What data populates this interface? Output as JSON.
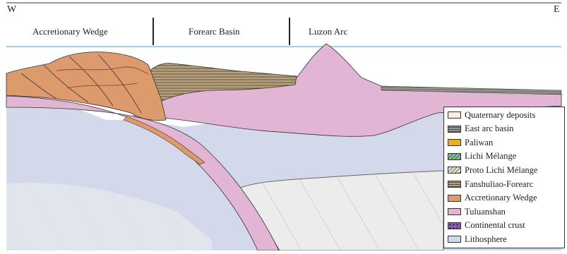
{
  "header": {
    "west": "W",
    "east": "E",
    "sections": [
      "Accretionary Wedge",
      "Forearc Basin",
      "Luzon Arc"
    ]
  },
  "legend": [
    {
      "label": "Quaternary deposits",
      "color": "#f5eddd",
      "pattern": "plain"
    },
    {
      "label": "East arc basin",
      "color": "#9a9a92",
      "pattern": "lines"
    },
    {
      "label": "Paliwan",
      "color": "#e3b41c",
      "pattern": "plain"
    },
    {
      "label": "Lichi Mélange",
      "color": "#7dbf9a",
      "pattern": "wavy"
    },
    {
      "label": "Proto Lichi Mélange",
      "color": "#d8e6c0",
      "pattern": "wavy"
    },
    {
      "label": "Fanshuliao-Forearc",
      "color": "#b7a17c",
      "pattern": "lines"
    },
    {
      "label": "Accretionary Wedge",
      "color": "#dc9a6d",
      "pattern": "plain"
    },
    {
      "label": "Tuluanshan",
      "color": "#e2b5d4",
      "pattern": "plain"
    },
    {
      "label": "Continental crust",
      "color": "#8b5db0",
      "pattern": "dots"
    },
    {
      "label": "Lithosphere",
      "color": "#d3d8ea",
      "pattern": "plain"
    }
  ]
}
